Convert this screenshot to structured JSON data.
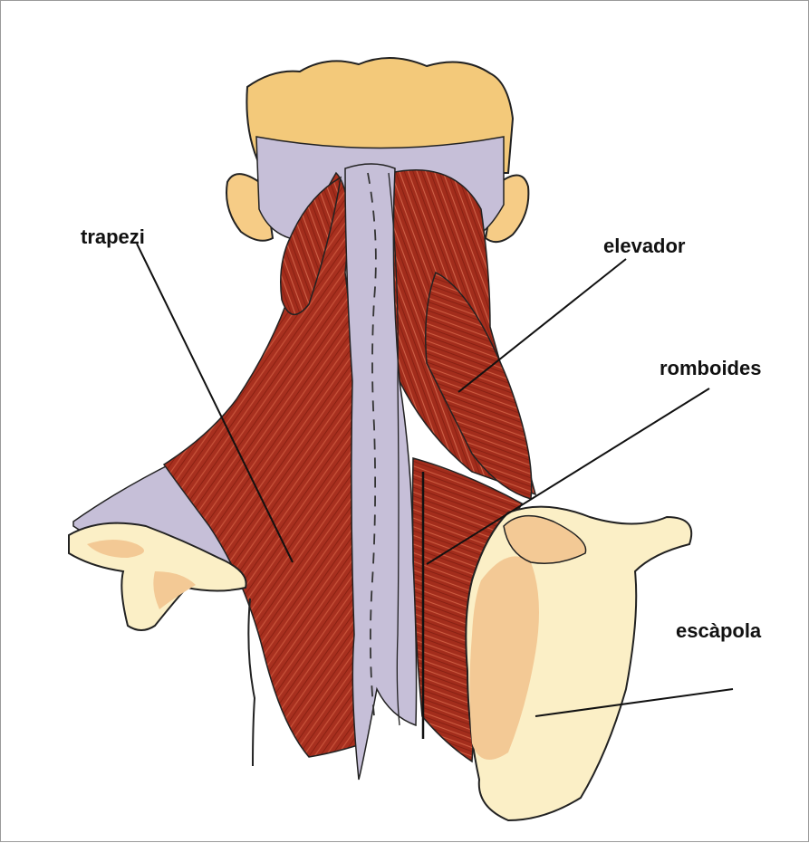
{
  "labels": {
    "trapezi": "trapezi",
    "elevador": "elevador",
    "romboides": "romboides",
    "escapola": "escàpola"
  },
  "colors": {
    "muscle": "#a8301f",
    "muscle_dark": "#7e1c10",
    "muscle_fiber": "#d8745a",
    "fascia": "#c6bfd8",
    "bone": "#fbefc6",
    "bone_shade": "#f3c995",
    "hair": "#f3c97a",
    "skin": "#f6cc86",
    "outline": "#222222"
  }
}
